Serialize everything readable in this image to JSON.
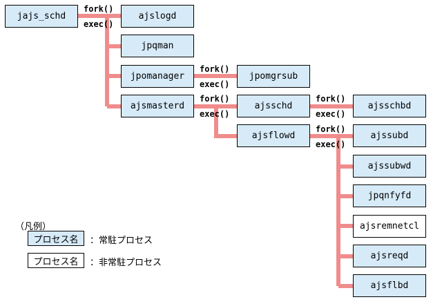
{
  "colors": {
    "resident_fill": "#d6eaf8",
    "nonresident_fill": "#ffffff",
    "connector": "#f08c8c"
  },
  "processes": {
    "jajs_schd": "jajs_schd",
    "ajslogd": "ajslogd",
    "jpqman": "jpqman",
    "jpomanager": "jpomanager",
    "jpomgrsub": "jpomgrsub",
    "ajsmasterd": "ajsmasterd",
    "ajsschd": "ajsschd",
    "ajsschbd": "ajsschbd",
    "ajsflowd": "ajsflowd",
    "ajssubd": "ajssubd",
    "ajssubwd": "ajssubwd",
    "jpqnfyfd": "jpqnfyfd",
    "ajsremnetcl": "ajsremnetcl",
    "ajsreqd": "ajsreqd",
    "ajsflbd": "ajsflbd"
  },
  "calls": {
    "fork": "fork()",
    "exec": "exec()"
  },
  "legend": {
    "title": "（凡例）",
    "sample_label": "プロセス名",
    "resident_desc": "：常駐プロセス",
    "nonresident_desc": "：非常駐プロセス"
  }
}
